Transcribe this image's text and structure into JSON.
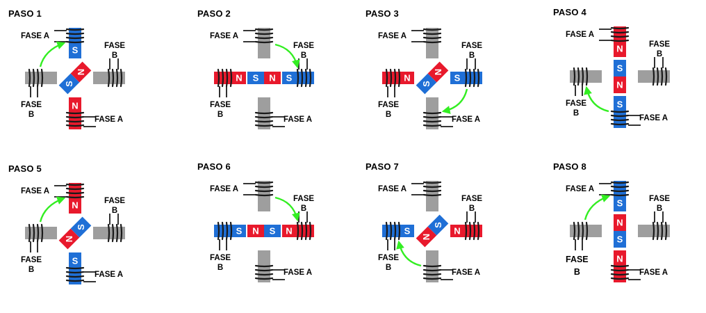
{
  "labels": {
    "fase_a": "FASE A",
    "fase": "FASE",
    "b": "B",
    "n": "N",
    "s": "S"
  },
  "colors": {
    "north": "#e8192c",
    "south": "#1f6fd6",
    "core": "#9e9e9e",
    "coil": "#1a1a1a",
    "arrow": "#33ee22",
    "text": "#000000"
  },
  "steps": [
    {
      "title": "PASO 1",
      "top_pole": "S",
      "bottom_pole": "N",
      "left_pole": "",
      "right_pole": "",
      "rotor": "diag-sn",
      "arrow": "left-to-top"
    },
    {
      "title": "PASO 2",
      "top_pole": "",
      "bottom_pole": "",
      "left_pole": "N",
      "right_pole": "S",
      "rotor": "horiz-sn",
      "arrow": "top-to-right"
    },
    {
      "title": "PASO 3",
      "top_pole": "",
      "bottom_pole": "",
      "left_pole": "N",
      "right_pole": "S",
      "rotor": "diag-sn",
      "arrow": "right-to-bottom"
    },
    {
      "title": "PASO 4",
      "top_pole": "N",
      "bottom_pole": "S",
      "left_pole": "",
      "right_pole": "",
      "rotor": "vert-sn",
      "arrow": "bottom-to-left"
    },
    {
      "title": "PASO 5",
      "top_pole": "N",
      "bottom_pole": "S",
      "left_pole": "",
      "right_pole": "",
      "rotor": "diag-ns",
      "arrow": "left-to-top"
    },
    {
      "title": "PASO 6",
      "top_pole": "",
      "bottom_pole": "",
      "left_pole": "S",
      "right_pole": "N",
      "rotor": "horiz-ns",
      "arrow": "top-to-right"
    },
    {
      "title": "PASO 7",
      "top_pole": "",
      "bottom_pole": "",
      "left_pole": "S",
      "right_pole": "N",
      "rotor": "diag-ns",
      "arrow": "bottom-to-left"
    },
    {
      "title": "PASO 8",
      "top_pole": "S",
      "bottom_pole": "N",
      "left_pole": "",
      "right_pole": "",
      "rotor": "vert-ns",
      "arrow": "left-to-top"
    }
  ]
}
